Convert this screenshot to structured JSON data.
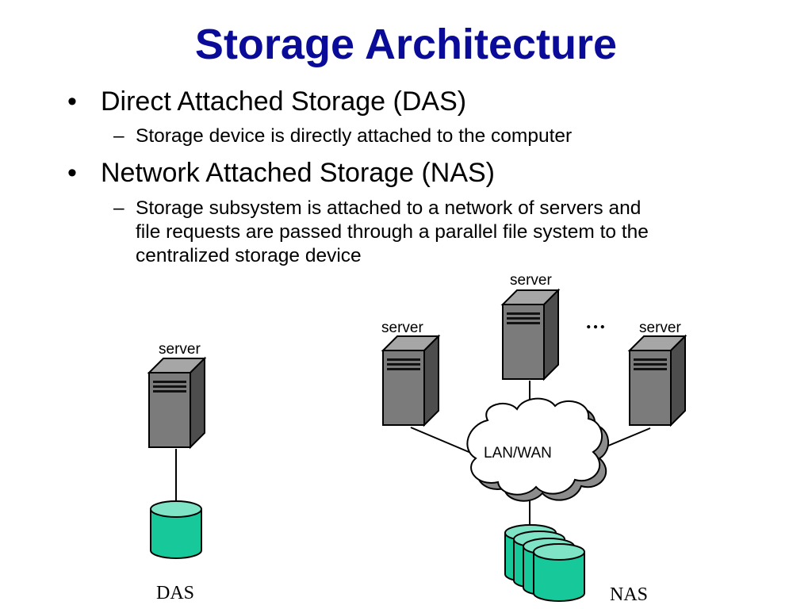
{
  "slide": {
    "title": "Storage Architecture"
  },
  "bullets": [
    {
      "marker": "•",
      "text": "Direct Attached Storage (DAS)",
      "sub": [
        {
          "marker": "–",
          "lines": [
            "Storage device is directly attached to the computer"
          ]
        }
      ]
    },
    {
      "marker": "•",
      "text": "Network Attached Storage (NAS)",
      "sub": [
        {
          "marker": "–",
          "lines": [
            "Storage subsystem is attached to a network of servers and",
            "file requests are passed through a parallel file system to the",
            "centralized storage device"
          ]
        }
      ]
    }
  ],
  "diagram": {
    "das": {
      "server_label": "server",
      "caption": "DAS"
    },
    "nas": {
      "server_labels": [
        "server",
        "server",
        "server"
      ],
      "ellipsis": "…",
      "network_label": "LAN/WAN",
      "caption": "NAS"
    },
    "colors": {
      "title": "#0b0b99",
      "server_front": "#7b7b7b",
      "server_side": "#4d4d4d",
      "server_top": "#a6a6a6",
      "disk": "#17c99a",
      "disk_top": "#7fe3c6",
      "cloud_shadow": "#8c8c8c"
    }
  }
}
